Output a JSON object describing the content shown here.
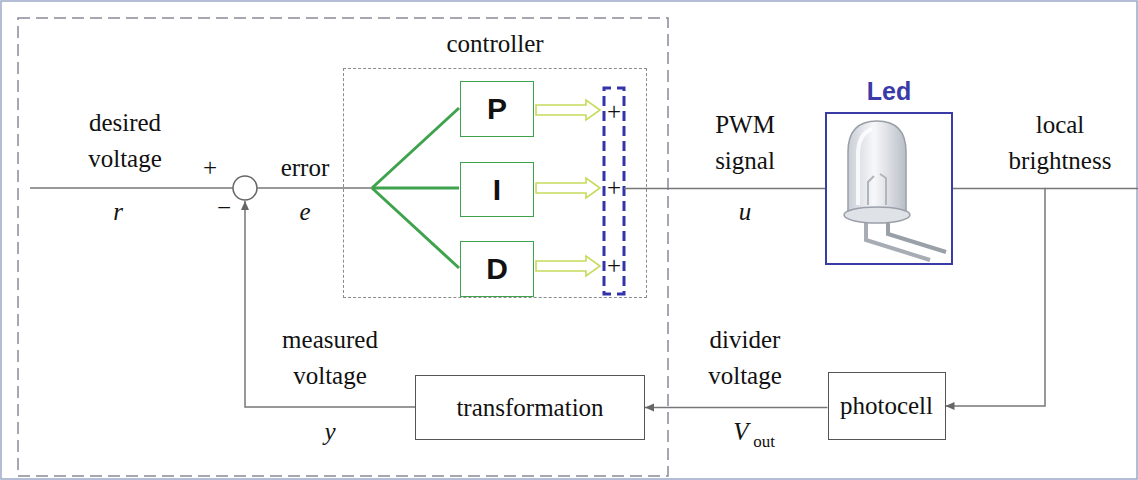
{
  "diagram": {
    "nodes": [
      {
        "text": [
          "controller"
        ]
      },
      {
        "text": [
          "P"
        ],
        "in": 0
      },
      {
        "text": [
          "I"
        ],
        "in": 0
      },
      {
        "text": [
          "D"
        ],
        "in": 0
      },
      {
        "text": [
          "Led"
        ]
      },
      {
        "text": [
          "transformation"
        ]
      },
      {
        "text": [
          "photocell"
        ]
      }
    ],
    "edges": [
      {
        "from": 0,
        "to": 4,
        "arrow": "none"
      },
      {
        "from": 4,
        "to": 6,
        "arrow": "to"
      },
      {
        "from": 6,
        "to": 5,
        "arrow": "to"
      }
    ],
    "labels": [
      "desired voltage",
      "r",
      "+",
      "−",
      "error",
      "e",
      "+",
      "+",
      "+",
      "PWM signal",
      "u",
      "local brightness",
      "measured voltage",
      "y",
      "divider voltage",
      "V",
      "out"
    ]
  }
}
